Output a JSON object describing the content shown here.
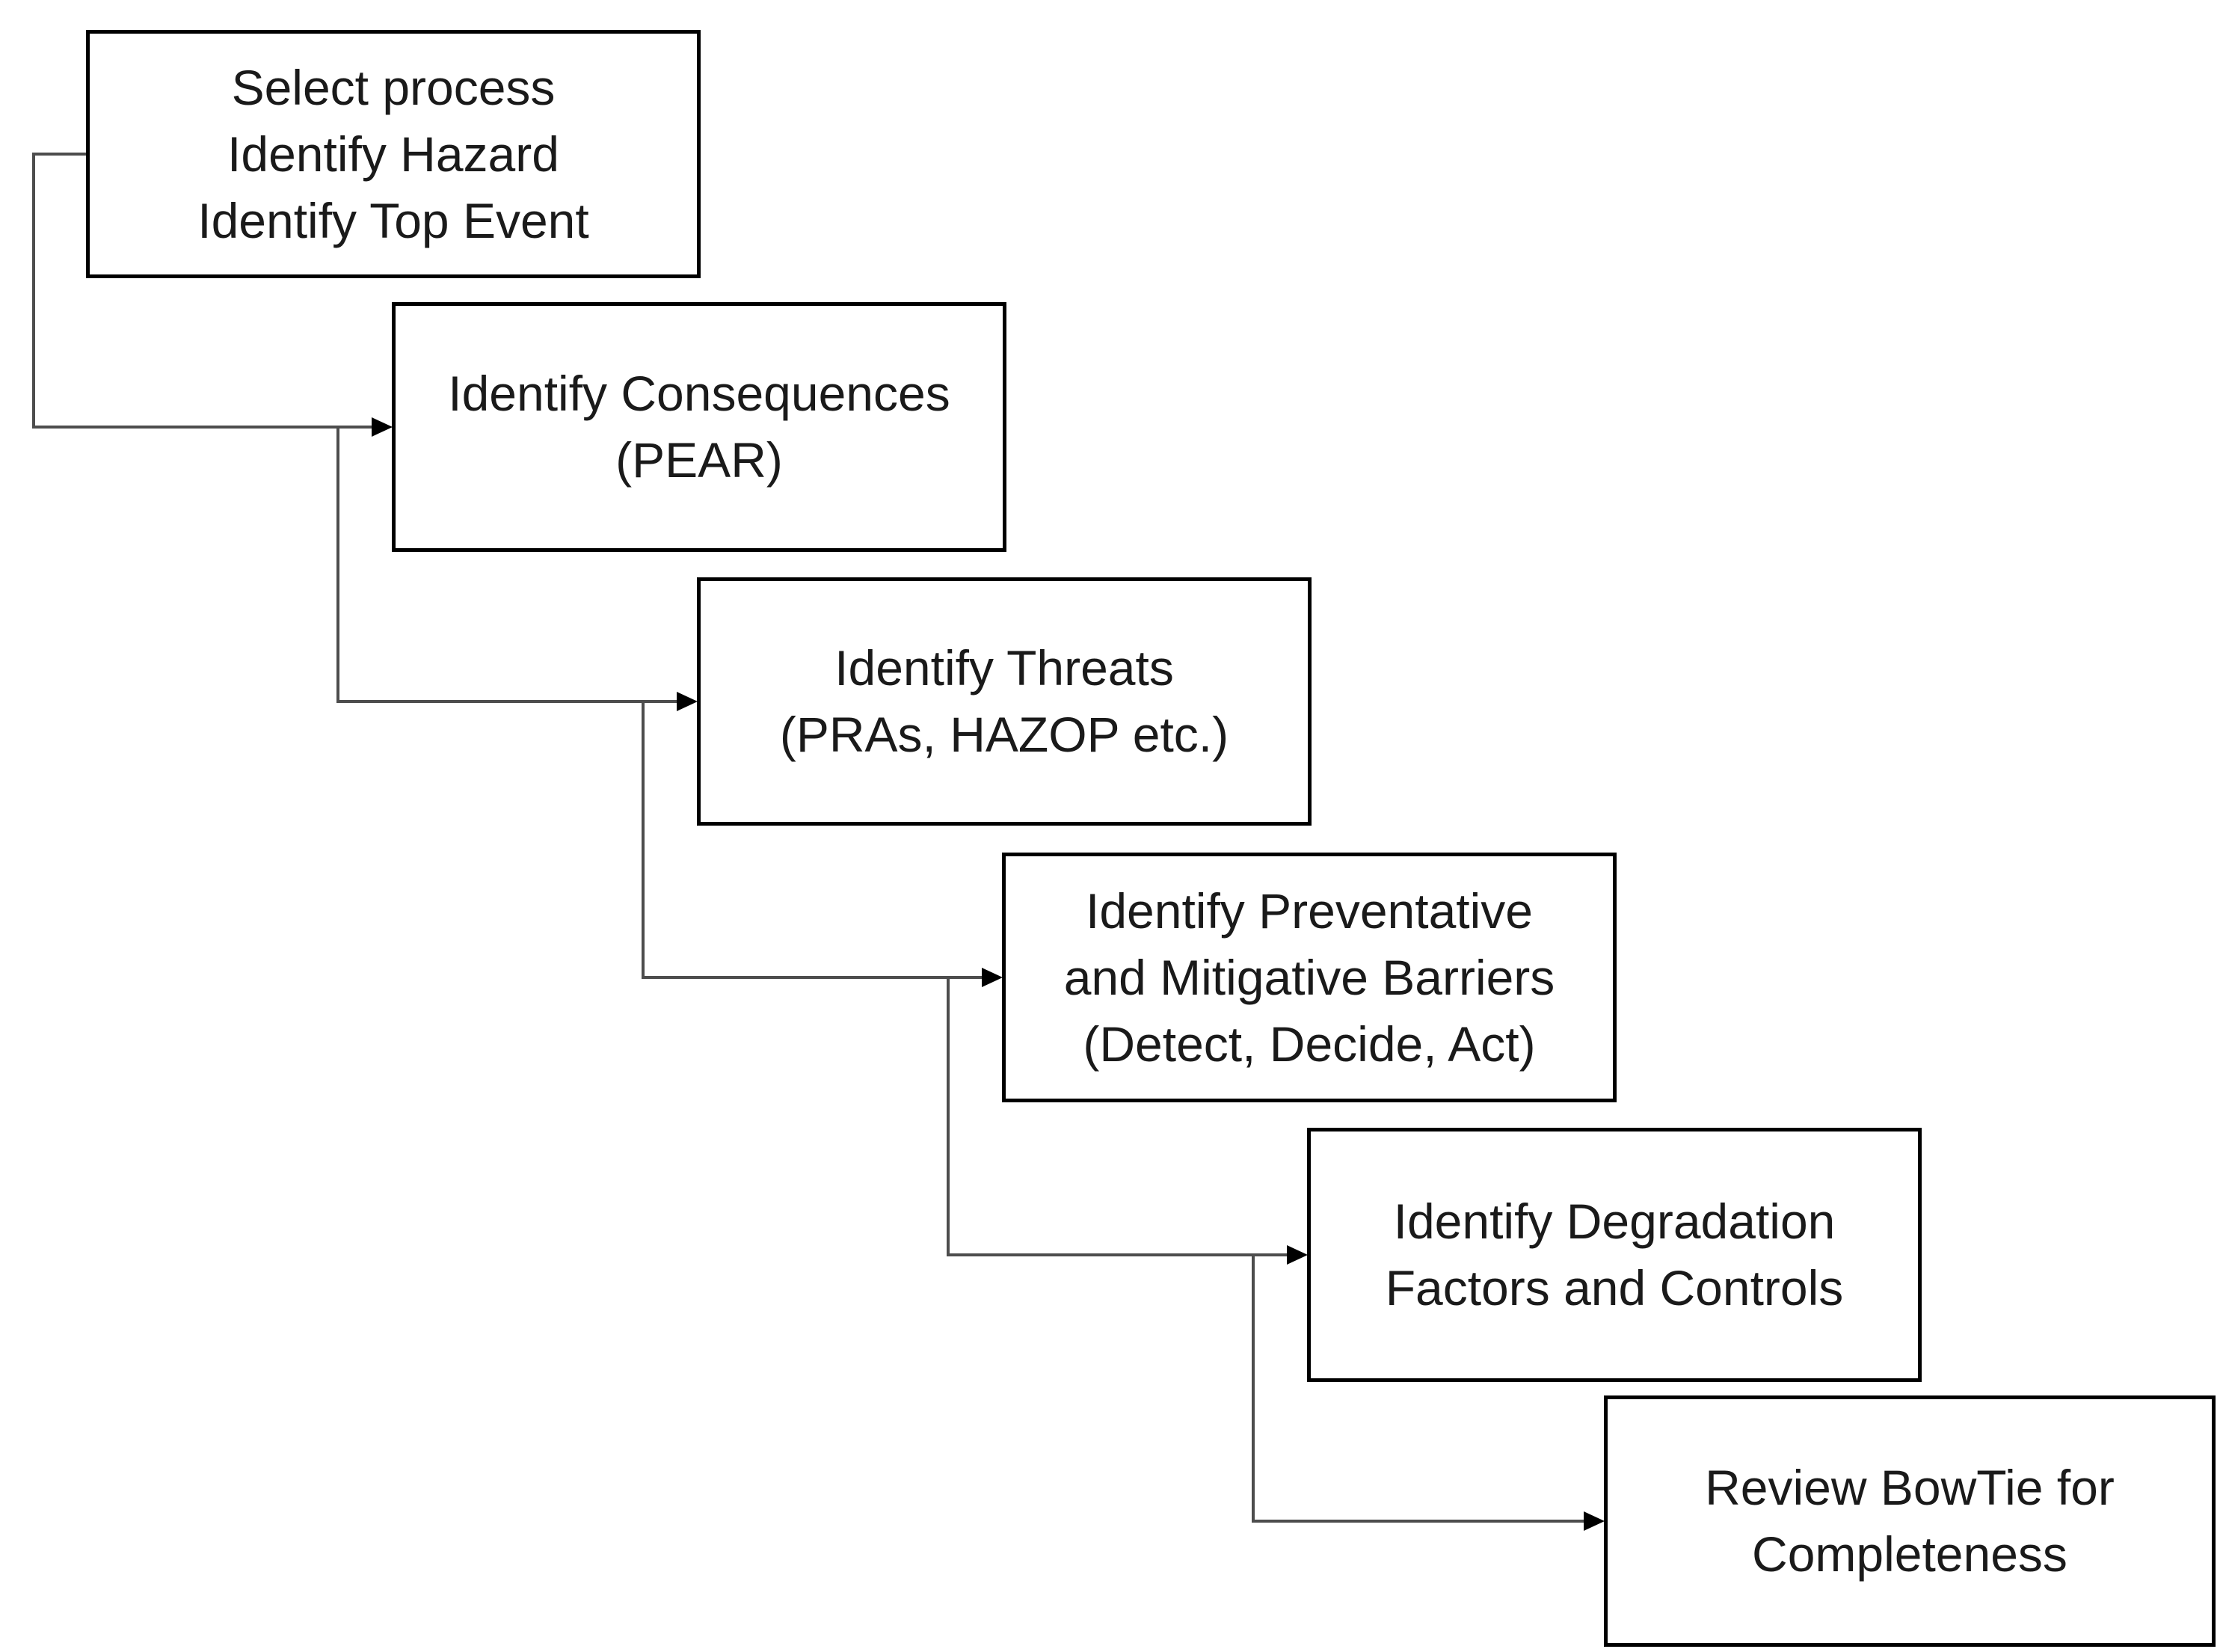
{
  "canvas": {
    "background": "#ffffff"
  },
  "styles": {
    "box_border_color": "#000000",
    "box_fill_color": "#ffffff",
    "text_color": "#1a1a1a",
    "connector_color": "#4d4d4d",
    "arrowhead_color": "#000000"
  },
  "steps": [
    {
      "id": 1,
      "lines": [
        "Select process",
        "Identify Hazard",
        "Identify Top Event"
      ]
    },
    {
      "id": 2,
      "lines": [
        "Identify Consequences",
        "(PEAR)"
      ]
    },
    {
      "id": 3,
      "lines": [
        "Identify Threats",
        "(PRAs, HAZOP etc.)"
      ]
    },
    {
      "id": 4,
      "lines": [
        "Identify Preventative",
        "and Mitigative Barriers",
        "(Detect, Decide, Act)"
      ]
    },
    {
      "id": 5,
      "lines": [
        "Identify Degradation",
        "Factors and Controls"
      ]
    },
    {
      "id": 6,
      "lines": [
        "Review BowTie for",
        "Completeness"
      ]
    }
  ],
  "connections": [
    {
      "from": 1,
      "to": 2
    },
    {
      "from": 2,
      "to": 3
    },
    {
      "from": 3,
      "to": 4
    },
    {
      "from": 4,
      "to": 5
    },
    {
      "from": 5,
      "to": 6
    }
  ]
}
